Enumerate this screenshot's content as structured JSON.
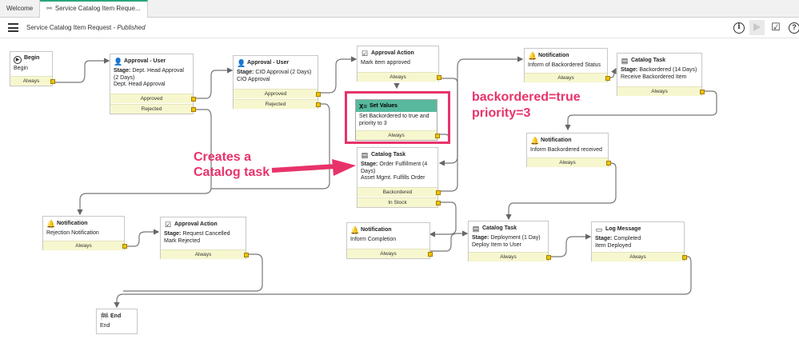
{
  "tabs": [
    {
      "label": "Welcome",
      "icon": "",
      "active": false
    },
    {
      "label": "Service Catalog Item Reque...",
      "icon": "workflow-icon",
      "active": true
    }
  ],
  "header": {
    "title": "Service Catalog Item Request - ",
    "status": "Published"
  },
  "accent": "#e8336a",
  "nodes": {
    "begin": {
      "title": "Begin",
      "body": "Begin",
      "conds": [
        "Always"
      ]
    },
    "approval_user_1": {
      "title": "Approval - User",
      "stage_label": "Stage:",
      "stage": "Dept. Head Approval (2 Days)",
      "body": "Dept. Head Approval",
      "conds": [
        "Approved",
        "Rejected"
      ]
    },
    "approval_user_2": {
      "title": "Approval - User",
      "stage_label": "Stage:",
      "stage": "CIO Approval (2 Days)",
      "body": "CIO Approval",
      "conds": [
        "Approved",
        "Rejected"
      ]
    },
    "approval_action_1": {
      "title": "Approval Action",
      "body": "Mark item approved",
      "conds": [
        "Always"
      ]
    },
    "set_values": {
      "title": "Set Values",
      "body": "Set Backordered to true and priority to 3",
      "conds": [
        "Always"
      ]
    },
    "catalog_task_1": {
      "title": "Catalog Task",
      "stage_label": "Stage:",
      "stage": "Order Fulfillment (4 Days)",
      "body": "Asset Mgmt. Fulfills Order",
      "conds": [
        "Backordered",
        "In Stock"
      ]
    },
    "notification_1": {
      "title": "Notification",
      "body": "Inform of Backordered Status",
      "conds": [
        "Always"
      ]
    },
    "catalog_task_2": {
      "title": "Catalog Task",
      "stage_label": "Stage:",
      "stage": "Backordered (14 Days)",
      "body": "Receive Backordered Item",
      "conds": [
        "Always"
      ]
    },
    "notification_2": {
      "title": "Notification",
      "body": "Inform Backordered received",
      "conds": [
        "Always"
      ]
    },
    "notification_3": {
      "title": "Notification",
      "body": "Rejection Notification",
      "conds": [
        "Always"
      ]
    },
    "approval_action_2": {
      "title": "Approval Action",
      "stage_label": "Stage:",
      "stage": "Request Cancelled",
      "body": "Mark Rejected",
      "conds": [
        "Always"
      ]
    },
    "notification_4": {
      "title": "Notification",
      "body": "Inform Completion",
      "conds": [
        "Always"
      ]
    },
    "catalog_task_3": {
      "title": "Catalog Task",
      "stage_label": "Stage:",
      "stage": "Deployment (1 Day)",
      "body": "Deploy Item to User",
      "conds": [
        "Always"
      ]
    },
    "log_message": {
      "title": "Log Message",
      "stage_label": "Stage:",
      "stage": "Completed",
      "body": "Item Deployed",
      "conds": [
        "Always"
      ]
    },
    "end": {
      "title": "End",
      "body": "End",
      "conds": []
    }
  },
  "annotations": {
    "catalog_note_line1": "Creates a",
    "catalog_note_line2": "Catalog task",
    "values_note_line1": "backordered=true",
    "values_note_line2": "priority=3"
  }
}
